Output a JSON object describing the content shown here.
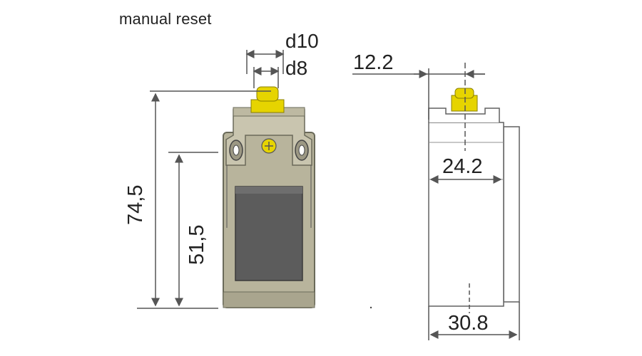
{
  "caption": "manual reset",
  "dimensions": {
    "d10": "d10",
    "d8": "d8",
    "height_total": "74,5",
    "height_mount": "51,5",
    "offset": "12.2",
    "width_inner": "24.2",
    "width_total": "30.8"
  },
  "colors": {
    "housing": "#b8b49c",
    "housing_dark": "#8f8b75",
    "cap": "#ccc8b2",
    "window": "#5c5c5c",
    "actuator": "#e6d400",
    "outline": "#606060",
    "dimension_line": "#555555"
  }
}
